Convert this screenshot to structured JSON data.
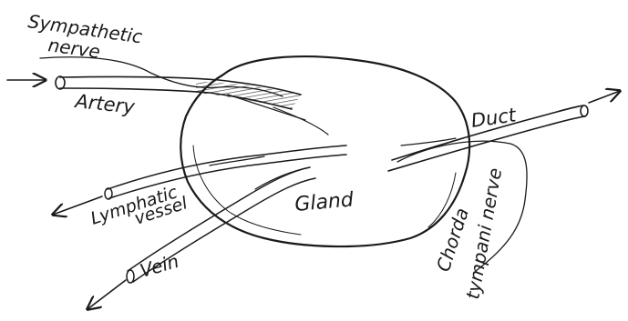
{
  "labels": {
    "sympathetic": "Sympathetic",
    "nerve": "nerve",
    "artery": "Artery",
    "duct": "Duct",
    "lymphatic": "Lymphatic",
    "vessel": "vessel",
    "gland": "Gland",
    "vein": "Vein",
    "chorda": "Chorda",
    "tympani_nerve": "tympani nerve"
  },
  "colors": {
    "ink": "#1a1a1a",
    "background": "#ffffff"
  }
}
